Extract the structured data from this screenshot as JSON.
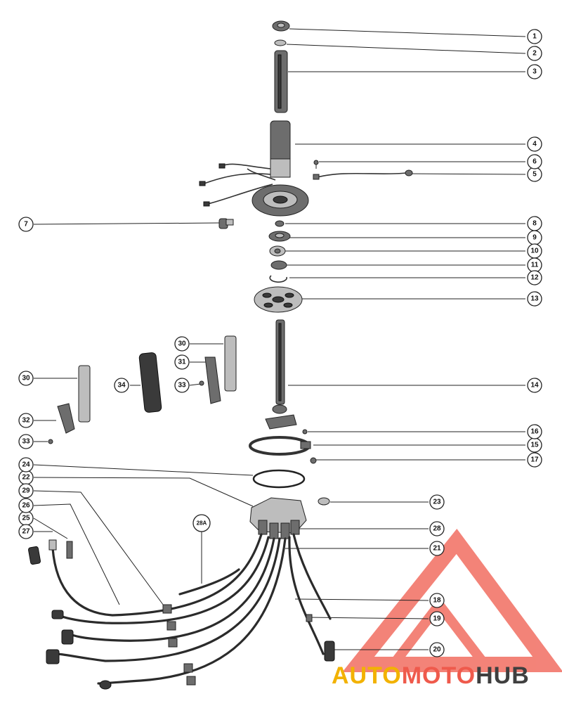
{
  "callouts": [
    "1",
    "2",
    "3",
    "4",
    "5",
    "6",
    "7",
    "8",
    "9",
    "10",
    "11",
    "12",
    "13",
    "14",
    "15",
    "16",
    "17",
    "18",
    "19",
    "20",
    "21",
    "22",
    "23",
    "24",
    "25",
    "26",
    "27",
    "28",
    "28A",
    "29",
    "30",
    "30",
    "31",
    "32",
    "33",
    "33",
    "34"
  ],
  "watermark": {
    "part1": "AUTO",
    "part2": "MOTO",
    "part3": "HUB",
    "color1": "#f2b200",
    "color2": "#ef5a4c",
    "color3": "#3f3f3f",
    "logo_color": "#ef5a4c"
  }
}
